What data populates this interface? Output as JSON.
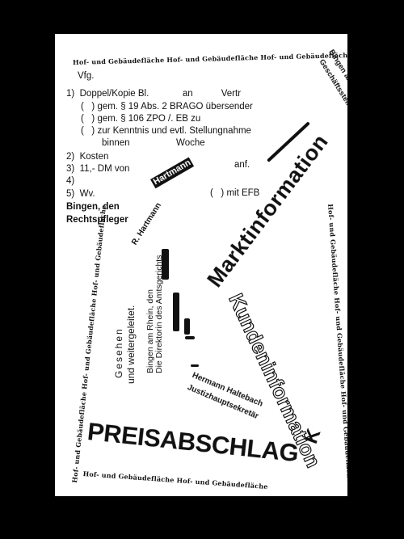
{
  "borders": {
    "top": "Hof- und Gebäudefläche  Hof- und Gebäudefläche  Hof- und Gebäudefläche",
    "left": "Hof- und Gebäudefläche  Hof- und Gebäudefläche  Hof- und Gebäudefläche",
    "right": "Hof- und Gebäudefläche  Hof- und Gebäudefläche  Hof- und Gebäudefläche",
    "bottom": "Hof- und Gebäudefläche  Hof- und Gebäudefläche"
  },
  "form": {
    "vfg": "Vfg.",
    "line1": "1)  Doppel/Kopie Bl.             an           Vertr",
    "line1a": "(   ) gem. § 19 Abs. 2 BRAGO übersender",
    "line1b": "(   ) gem. § 106 ZPO /. EB zu",
    "line1c": "(   ) zur Kenntnis und evtl. Stellungnahme",
    "line1d": "binnen                  Woche",
    "line2": "2)  Kosten",
    "line3": "3)  11,- DM von",
    "line3_suffix": "anf.",
    "line4": "4)",
    "line5": "5)  Wv.",
    "line5_suffix": "(   ) mit EFB",
    "place_date": "Bingen, den",
    "role": "Rechtspfleger"
  },
  "stamps": {
    "court_top": "Bingen am Rhein, den",
    "court_top2": "Geschäftsstelle des Amtsgerichts",
    "name_small": "Hartmann",
    "signer": "R. Hartmann",
    "seen": "Gesehen",
    "forwarded": "und weitergeleitet.",
    "court_place": "Bingen am Rhein, den",
    "director": "Die Direktorin des Amtsgerichts",
    "official_name": "Hermann Haltebach",
    "official_title": "Justizhauptsekretär",
    "markt": "Marktinformation",
    "kunden": "Kundeninformation",
    "preis": "PREISABSCHLAG",
    "k_letter": "K"
  }
}
